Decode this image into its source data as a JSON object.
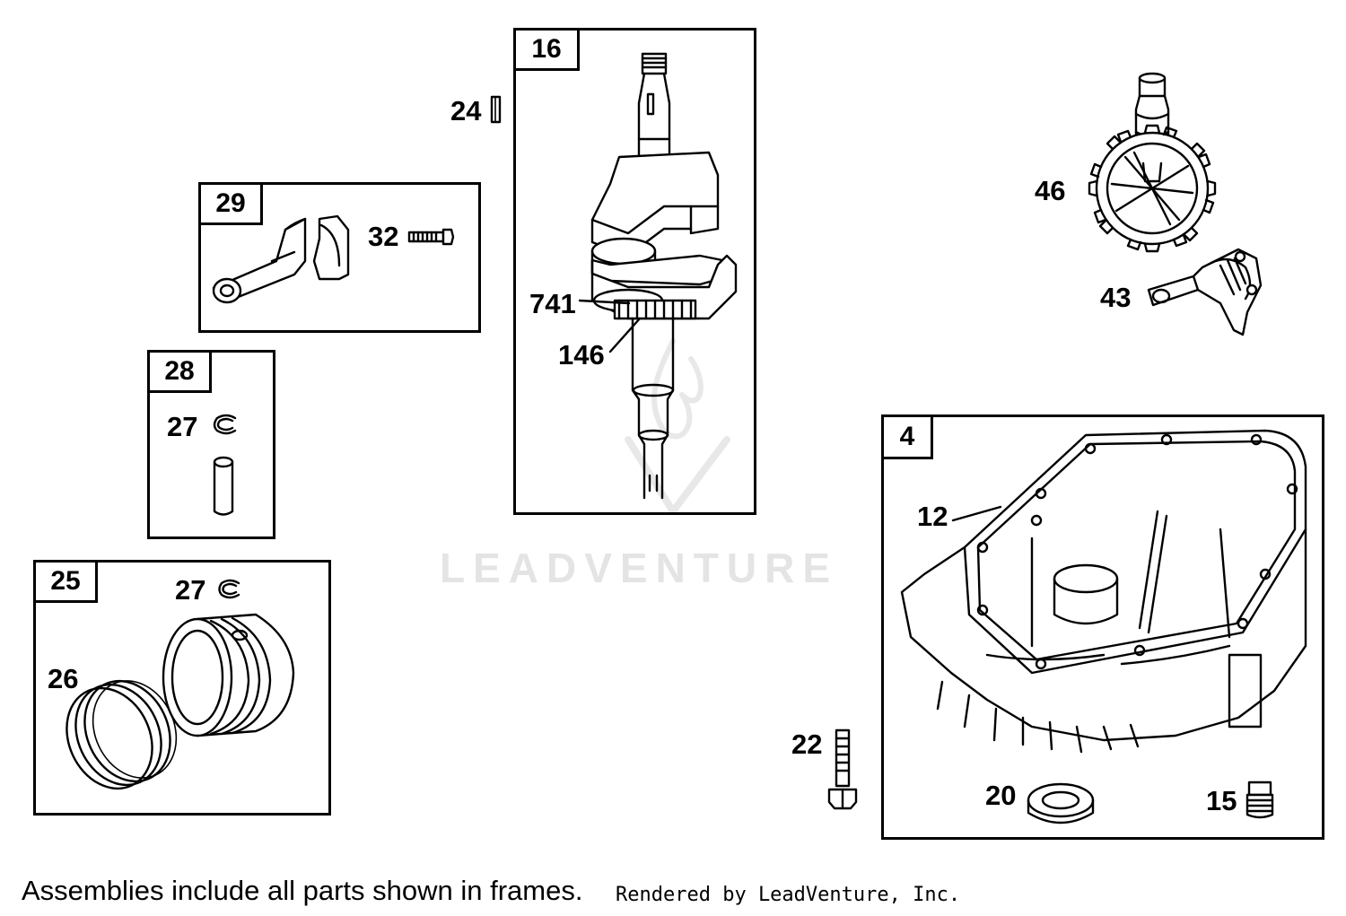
{
  "frames": {
    "crankshaft": "16",
    "connecting_rod": "29",
    "piston_pin": "28",
    "piston": "25",
    "sump": "4"
  },
  "callouts": {
    "key": "24",
    "rod_bolt": "32",
    "timing_gear": "741",
    "crank_gear": "146",
    "pin_clip_28": "27",
    "pin_clip_25": "27",
    "rings": "26",
    "camshaft": "46",
    "governor": "43",
    "gasket": "12",
    "sump_bolt": "22",
    "oil_seal": "20",
    "drain_plug": "15"
  },
  "watermark": "LEADVENTURE",
  "footer": {
    "note": "Assemblies include all parts shown in frames.",
    "rendered_by": "Rendered by LeadVenture, Inc."
  }
}
